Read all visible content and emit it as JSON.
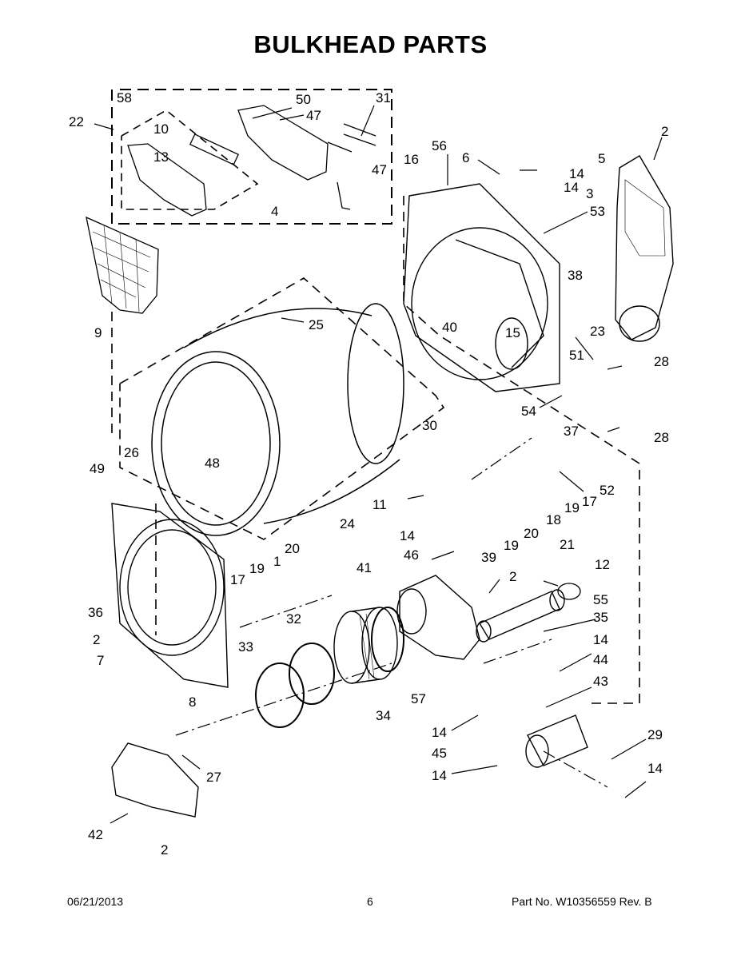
{
  "title": "BULKHEAD PARTS",
  "footer": {
    "date": "06/21/2013",
    "page": "6",
    "part": "Part No.  W10356559  Rev.  B"
  },
  "callouts": [
    "58",
    "50",
    "47",
    "31",
    "22",
    "10",
    "13",
    "47",
    "4",
    "56",
    "6",
    "14",
    "2",
    "5",
    "16",
    "3",
    "14",
    "53",
    "9",
    "38",
    "25",
    "40",
    "15",
    "23",
    "51",
    "28",
    "30",
    "54",
    "37",
    "28",
    "26",
    "48",
    "49",
    "11",
    "17",
    "52",
    "24",
    "19",
    "20",
    "18",
    "19",
    "14",
    "46",
    "39",
    "21",
    "12",
    "17",
    "19",
    "1",
    "20",
    "41",
    "2",
    "55",
    "36",
    "32",
    "35",
    "2",
    "14",
    "33",
    "7",
    "8",
    "34",
    "57",
    "44",
    "43",
    "14",
    "29",
    "45",
    "14",
    "27",
    "14",
    "42",
    "2"
  ]
}
